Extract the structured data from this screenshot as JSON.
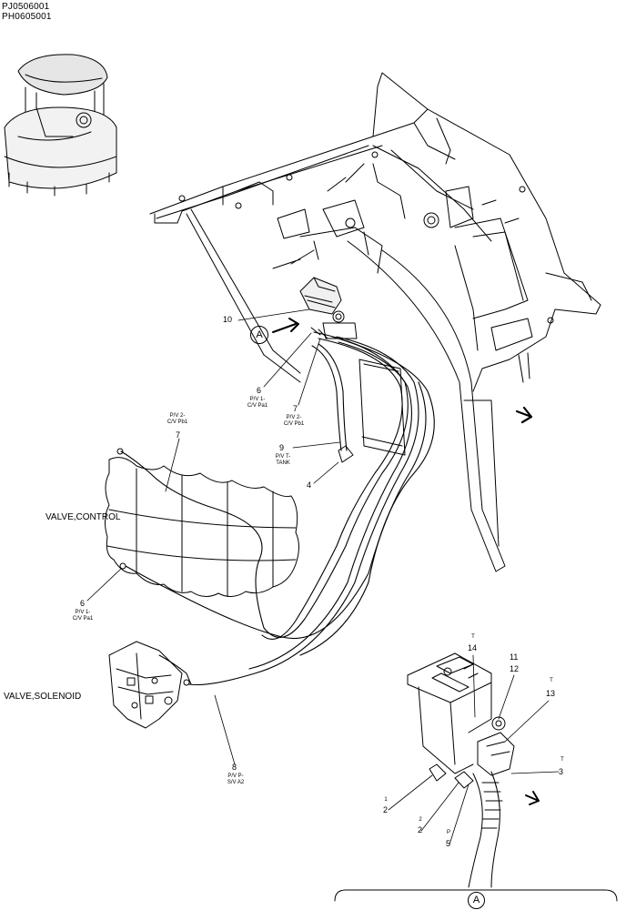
{
  "header": {
    "code_1": "PJ0506001",
    "code_2": "PH0605001"
  },
  "components": {
    "control_valve": "VALVE,CONTROL",
    "solenoid_valve": "VALVE,SOLENOID"
  },
  "callouts": {
    "c10": "10",
    "c6_top": "6",
    "c6_top_desc1": "P/V 1-",
    "c6_top_desc2": "C/V Pa1",
    "c7_top": "7",
    "c7_top_desc1": "P/V 2-",
    "c7_top_desc2": "C/V Pb1",
    "c7_left_desc1": "P/V 2-",
    "c7_left_desc2": "C/V Pb1",
    "c7_left": "7",
    "c9": "9",
    "c9_desc1": "P/V T-",
    "c9_desc2": "TANK",
    "c4": "4",
    "c6_low": "6",
    "c6_low_desc1": "P/V 1-",
    "c6_low_desc2": "C/V Pa1",
    "c8": "8",
    "c8_desc1": "P/V P-",
    "c8_desc2": "S/V A2"
  },
  "detail": {
    "marker": "A",
    "t_label_14": "T",
    "c14": "14",
    "c11": "11",
    "c12": "12",
    "t_label_13": "T",
    "c13": "13",
    "t_label_3": "T",
    "c3": "3",
    "port_1": "1",
    "c2a": "2",
    "port_2": "2",
    "c2b": "2",
    "port_p": "P",
    "c5": "5"
  }
}
